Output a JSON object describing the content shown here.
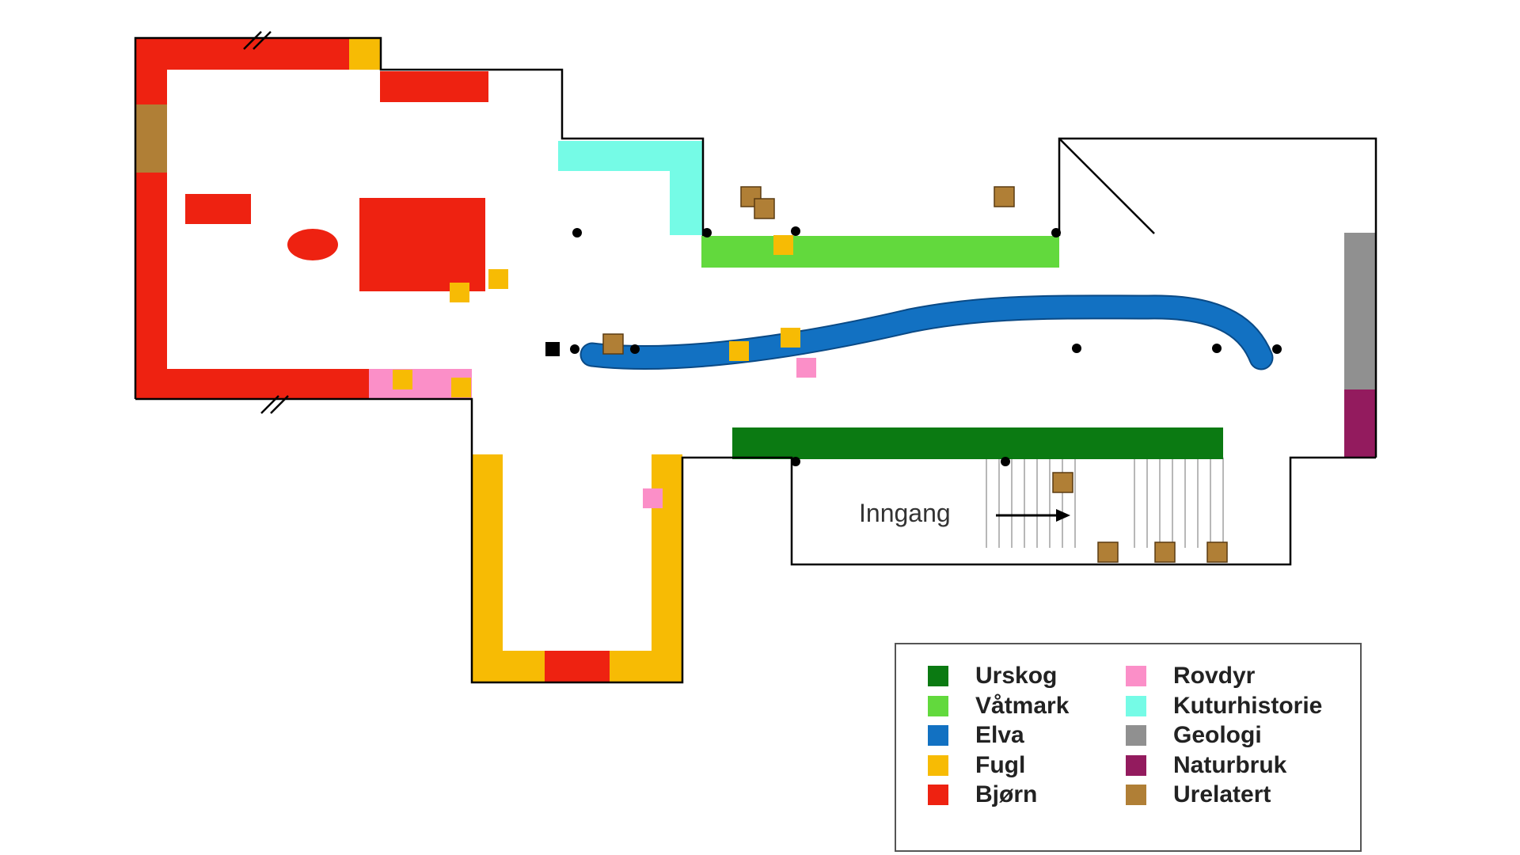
{
  "entrance": {
    "label": "Inngang"
  },
  "colors": {
    "urskog": "#0b7a12",
    "vatmark": "#62d93d",
    "elva": "#1271c2",
    "fugl": "#f7bb04",
    "bjorn": "#ee2211",
    "rovdyr": "#fb8fc8",
    "kulturhistorie": "#75fbe6",
    "geologi": "#909090",
    "naturbruk": "#931b5e",
    "urelatert": "#b07f36",
    "outline": "#000000"
  },
  "legend": {
    "items": [
      {
        "label": "Urskog",
        "color": "#0b7a12"
      },
      {
        "label": "Våtmark",
        "color": "#62d93d"
      },
      {
        "label": "Elva",
        "color": "#1271c2"
      },
      {
        "label": "Fugl",
        "color": "#f7bb04"
      },
      {
        "label": "Bjørn",
        "color": "#ee2211"
      },
      {
        "label": "Rovdyr",
        "color": "#fb8fc8"
      },
      {
        "label": "Kuturhistorie",
        "color": "#75fbe6"
      },
      {
        "label": "Geologi",
        "color": "#909090"
      },
      {
        "label": "Naturbruk",
        "color": "#931b5e"
      },
      {
        "label": "Urelatert",
        "color": "#b07f36"
      }
    ]
  }
}
